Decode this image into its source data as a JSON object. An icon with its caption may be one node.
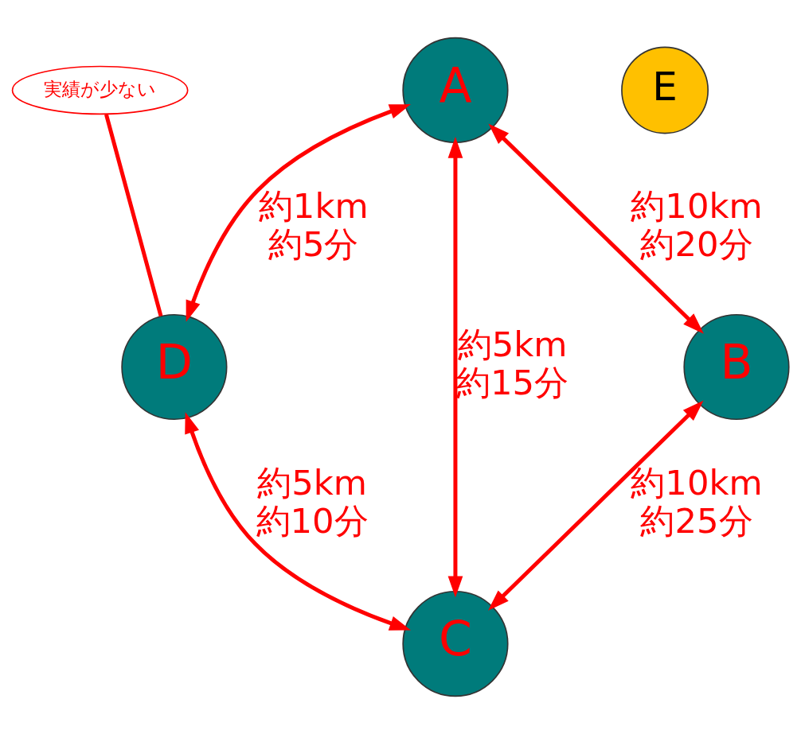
{
  "diagram": {
    "nodes": [
      {
        "text": [
          "実績が少ない"
        ]
      },
      {
        "text": [
          "E"
        ]
      },
      {
        "text": [
          "D"
        ]
      },
      {
        "text": [
          "A"
        ]
      },
      {
        "text": [
          "C"
        ]
      },
      {
        "text": [
          "B"
        ]
      }
    ],
    "edges": [
      {
        "from": 3,
        "to": 2,
        "arrow": "both",
        "label": "約1km 約5分"
      },
      {
        "from": 0,
        "to": 2,
        "arrow": "none"
      },
      {
        "from": 3,
        "to": 5,
        "arrow": "both",
        "label": "約10km 約20分"
      },
      {
        "from": 3,
        "to": 4,
        "arrow": "both",
        "label": "約5km 約15分"
      },
      {
        "from": 2,
        "to": 4,
        "arrow": "both",
        "label": "約5km 約10分"
      },
      {
        "from": 5,
        "to": 4,
        "arrow": "both",
        "label": "約10km 約25分"
      }
    ]
  }
}
